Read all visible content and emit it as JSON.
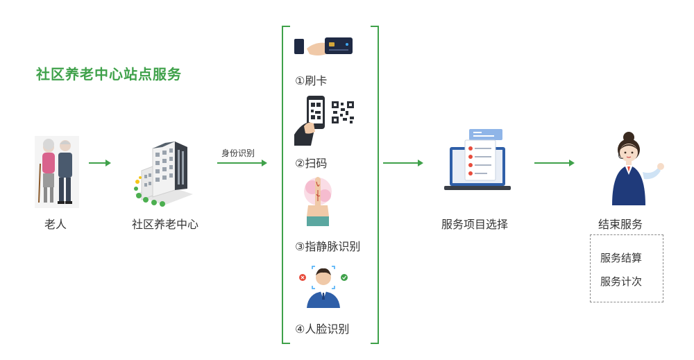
{
  "title": "社区养老中心站点服务",
  "nodes": {
    "elderly": "老人",
    "community_center": "社区养老中心",
    "service_selection": "服务项目选择",
    "end_service": "结束服务"
  },
  "arrow_label": "身份识别",
  "methods": [
    {
      "label": "①刷卡",
      "icon": "card-swipe-icon"
    },
    {
      "label": "②扫码",
      "icon": "qr-scan-icon"
    },
    {
      "label": "③指静脉识别",
      "icon": "finger-vein-icon"
    },
    {
      "label": "④人脸识别",
      "icon": "face-recognition-icon"
    }
  ],
  "end_options": [
    "服务结算",
    "服务计次"
  ],
  "colors": {
    "accent": "#3fa14a",
    "text": "#333333",
    "dashed_border": "#8a8a8a"
  }
}
